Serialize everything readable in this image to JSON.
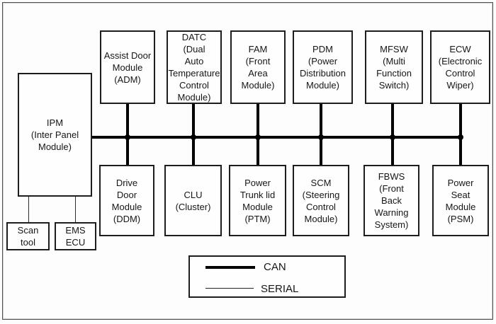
{
  "diagram": {
    "kind": "vehicle-network-block-diagram",
    "buses": [
      "CAN",
      "SERIAL"
    ]
  },
  "modules": {
    "ipm": {
      "id": "ipm",
      "label": "IPM\n(Inter Panel\nModule)",
      "bus": "CAN"
    },
    "top_row": [
      {
        "id": "adm",
        "label": "Assist Door\nModule\n(ADM)",
        "bus": "CAN"
      },
      {
        "id": "datc",
        "label": "DATC\n(Dual\nAuto\nTemperature\nControl\nModule)",
        "bus": "CAN"
      },
      {
        "id": "fam",
        "label": "FAM\n(Front\nArea\nModule)",
        "bus": "CAN"
      },
      {
        "id": "pdm",
        "label": "PDM\n(Power\nDistribution\nModule)",
        "bus": "CAN"
      },
      {
        "id": "mfsw",
        "label": "MFSW\n(Multi\nFunction\nSwitch)",
        "bus": "CAN"
      },
      {
        "id": "ecw",
        "label": "ECW\n(Electronic\nControl\nWiper)",
        "bus": "CAN"
      }
    ],
    "bottom_row": [
      {
        "id": "ddm",
        "label": "Drive\nDoor\nModule\n(DDM)",
        "bus": "CAN"
      },
      {
        "id": "clu",
        "label": "CLU\n(Cluster)",
        "bus": "CAN"
      },
      {
        "id": "ptm",
        "label": "Power\nTrunk lid\nModule\n(PTM)",
        "bus": "CAN"
      },
      {
        "id": "scm",
        "label": "SCM\n(Steering\nControl\nModule)",
        "bus": "CAN"
      },
      {
        "id": "fbws",
        "label": "FBWS\n(Front\nBack\nWarning\nSystem)",
        "bus": "CAN"
      },
      {
        "id": "psm",
        "label": "Power\nSeat\nModule\n(PSM)",
        "bus": "CAN"
      }
    ],
    "serial_devices": [
      {
        "id": "scan-tool",
        "label": "Scan\ntool",
        "bus": "SERIAL"
      },
      {
        "id": "ems-ecu",
        "label": "EMS\nECU",
        "bus": "SERIAL"
      }
    ]
  },
  "legend": {
    "items": [
      {
        "id": "can",
        "label": "CAN",
        "line_style": "thick"
      },
      {
        "id": "serial",
        "label": "SERIAL",
        "line_style": "thin"
      }
    ]
  },
  "colors": {
    "can_line": "#000000",
    "serial_line": "#2b2b2b",
    "box_border": "#1d1d1f",
    "frame_border": "#4f4f4f",
    "background": "#fdfdfd",
    "text": "#161616"
  }
}
